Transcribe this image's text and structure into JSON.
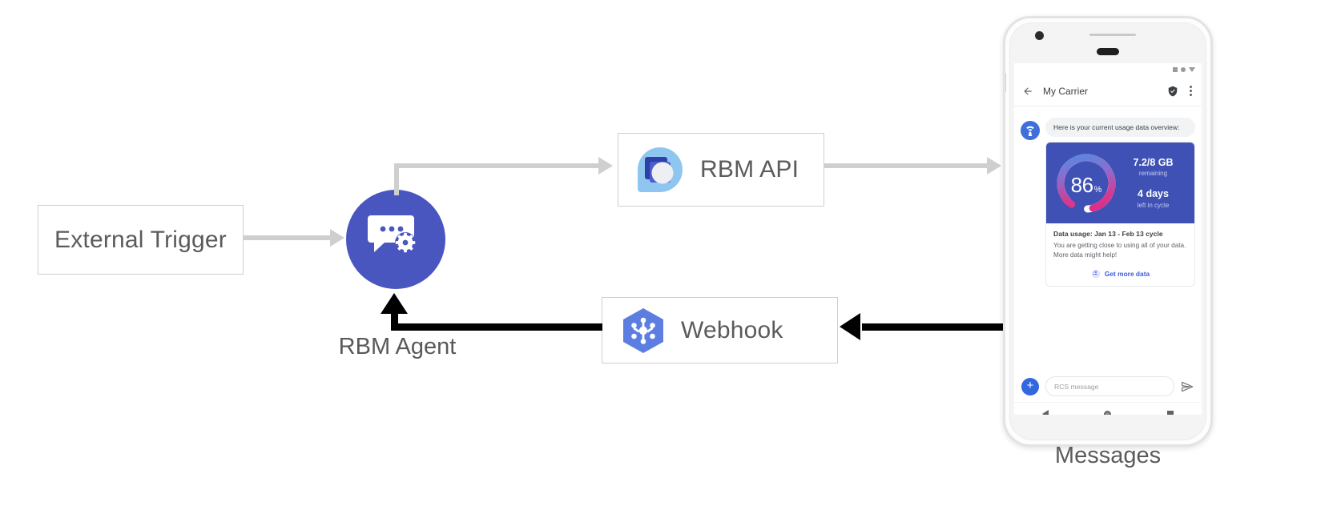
{
  "diagram": {
    "nodes": {
      "external_trigger": {
        "label": "External Trigger"
      },
      "rbm_agent": {
        "label": "RBM Agent",
        "icon": "chat-gear-icon"
      },
      "rbm_api": {
        "label": "RBM API",
        "icon": "rbm-api-droplet-icon"
      },
      "webhook": {
        "label": "Webhook",
        "icon": "webhook-hexagon-icon"
      },
      "messages": {
        "label": "Messages"
      }
    },
    "colors": {
      "agent_blue": "#4a56bf",
      "arrow_gray": "#cfcfcf",
      "arrow_black": "#000000",
      "box_border": "#cfcfcf",
      "webhook_blue": "#5b7ee0",
      "api_light_blue": "#8ec6f0",
      "api_dark_blue": "#2e3fa8"
    }
  },
  "phone": {
    "status_bar": {
      "icons": [
        "square-icon",
        "dot-icon",
        "triangle-down-icon"
      ]
    },
    "app_bar": {
      "back_icon": "back-arrow-icon",
      "title": "My Carrier",
      "verified_icon": "verified-shield-icon",
      "overflow_icon": "overflow-menu-icon"
    },
    "conversation": {
      "avatar_icon": "signal-tower-icon",
      "message_text": "Here is your current usage data overview:",
      "rich_card": {
        "gauge": {
          "value": "86",
          "unit": "%",
          "percent": 86
        },
        "stats": [
          {
            "value": "7.2/8 GB",
            "caption": "remaining"
          },
          {
            "value": "4 days",
            "caption": "left in cycle"
          }
        ],
        "title": "Data usage: Jan 13 - Feb 13 cycle",
        "description": "You are getting close to using all of your data. More data might help!",
        "action": {
          "icon": "globe-icon",
          "label": "Get more data"
        }
      }
    },
    "composer": {
      "add_icon": "plus-icon",
      "placeholder": "RCS message",
      "value": "",
      "send_icon": "send-icon"
    },
    "nav_bar": {
      "items": [
        "back-nav-icon",
        "home-nav-icon",
        "recents-nav-icon"
      ]
    }
  }
}
